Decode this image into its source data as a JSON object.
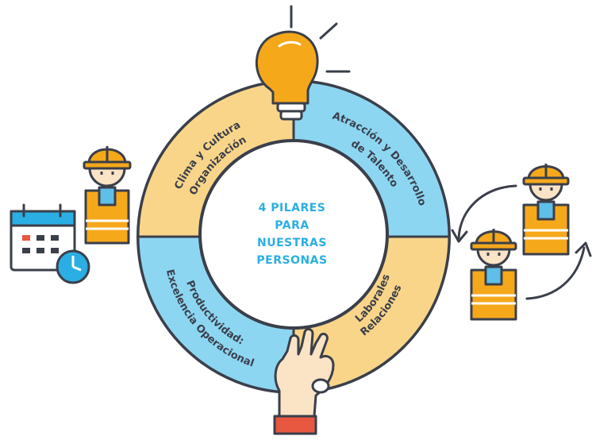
{
  "diagram": {
    "center_lines": [
      "4 PILARES",
      "PARA",
      "NUESTRAS",
      "PERSONAS"
    ],
    "pillars": [
      {
        "id": "clima",
        "lines": [
          "Clima y Cultura",
          "Organización"
        ],
        "color": "#f9d58a"
      },
      {
        "id": "atraccion",
        "lines": [
          "Atracción y Desarrollo",
          "de Talento"
        ],
        "color": "#8dd6f2"
      },
      {
        "id": "relaciones",
        "lines": [
          "Relaciones",
          "Laborales"
        ],
        "color": "#f9d58a"
      },
      {
        "id": "productividad",
        "lines": [
          "Productividad:",
          "Excelencia Operacional"
        ],
        "color": "#8dd6f2"
      }
    ]
  },
  "colors": {
    "outline": "#3a3f4a",
    "accent_yellow": "#f6a81b",
    "accent_blue": "#2aaee3",
    "skin": "#fbe3c6",
    "vest": "#f6a81b",
    "shirt": "#5fbfe8",
    "sleeve_red": "#e8573f"
  },
  "icons": [
    "lightbulb-icon",
    "worker-icon",
    "calendar-icon",
    "clock-icon",
    "ok-hand-icon",
    "cycle-arrow-icon"
  ]
}
